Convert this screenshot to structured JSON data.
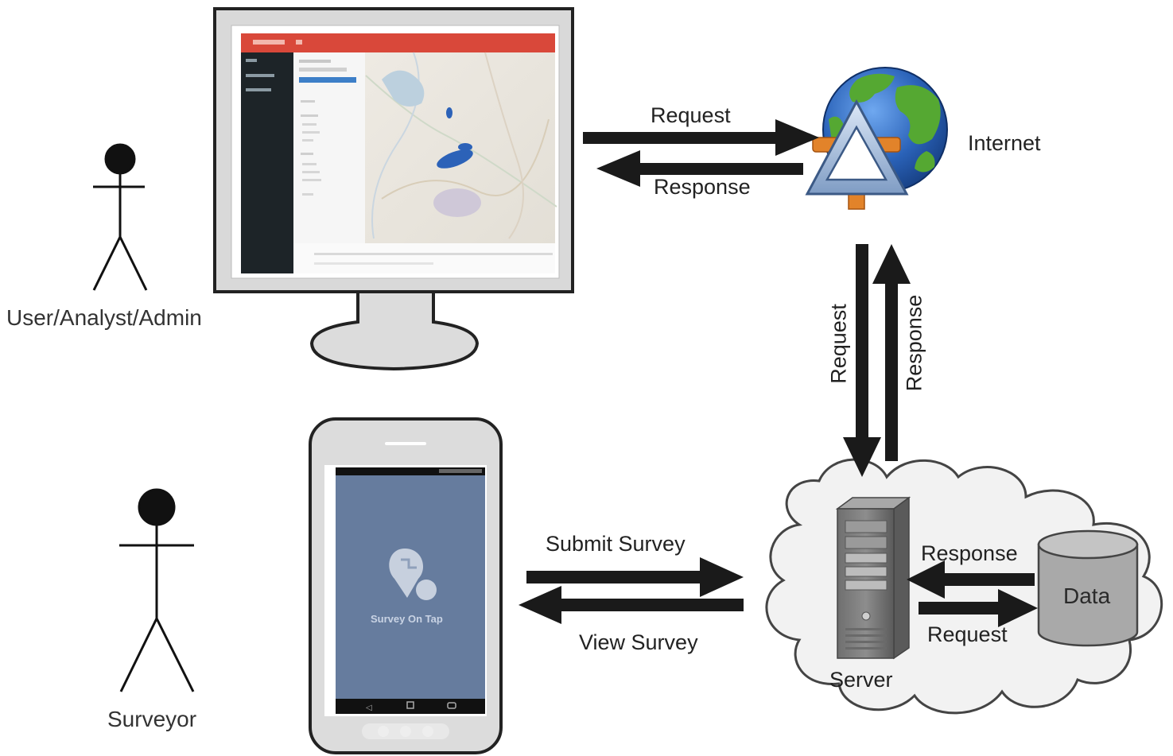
{
  "actors": {
    "user": "User/Analyst/Admin",
    "surveyor": "Surveyor"
  },
  "nodes": {
    "internet": "Internet",
    "server": "Server",
    "data": "Data"
  },
  "arrows": {
    "monitor_to_internet": "Request",
    "internet_to_monitor": "Response",
    "internet_to_server": "Request",
    "server_to_internet": "Response",
    "phone_to_server": "Submit Survey",
    "server_to_phone": "View Survey",
    "data_to_server": "Response",
    "server_to_data": "Request"
  },
  "phone_app": {
    "title": "Survey On Tap"
  },
  "colors": {
    "arrow": "#1a1a1a",
    "phone_screen": "#667c9e",
    "app_header": "#d9483a",
    "app_sidebar": "#1d2428",
    "cloud_fill": "#f2f2f2",
    "server_body": "#808080",
    "data_cylinder": "#a9a9a9",
    "globe_ocean": "#2a62b8",
    "globe_land": "#55a832",
    "triangle": "#9fb7d8"
  }
}
